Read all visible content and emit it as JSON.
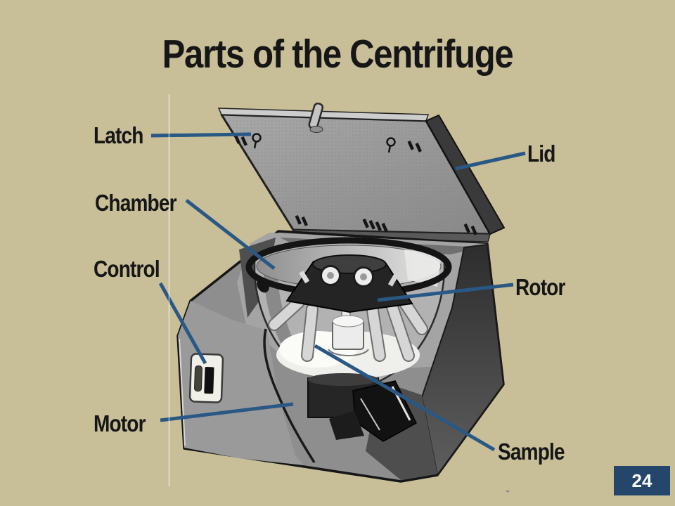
{
  "slide": {
    "title": "Parts of the Centrifuge",
    "page_number": "24",
    "background_color": "#c8bf98",
    "leader_line_color": "#2a5885",
    "page_box_color": "#25466b",
    "label_text_color": "#161616"
  },
  "diagram": {
    "subject": "centrifuge",
    "type": "labeled-parts-diagram"
  },
  "labels": [
    {
      "id": "latch",
      "text": "Latch"
    },
    {
      "id": "chamber",
      "text": "Chamber"
    },
    {
      "id": "control",
      "text": "Control"
    },
    {
      "id": "motor",
      "text": "Motor"
    },
    {
      "id": "lid",
      "text": "Lid"
    },
    {
      "id": "rotor",
      "text": "Rotor"
    },
    {
      "id": "sample",
      "text": "Sample"
    }
  ]
}
